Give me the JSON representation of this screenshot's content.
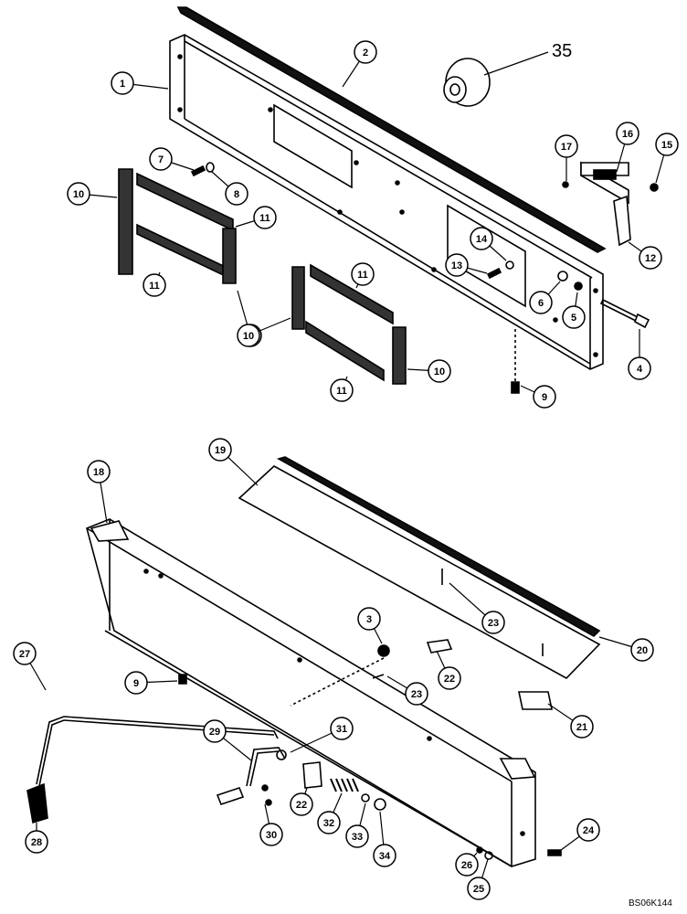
{
  "diagram": {
    "drawing_code": "BS06K144",
    "large_label": "35",
    "callouts": [
      {
        "id": "c1",
        "label": "1"
      },
      {
        "id": "c2",
        "label": "2"
      },
      {
        "id": "c7",
        "label": "7"
      },
      {
        "id": "c8",
        "label": "8"
      },
      {
        "id": "c10a",
        "label": "10"
      },
      {
        "id": "c11a",
        "label": "11"
      },
      {
        "id": "c11b",
        "label": "11"
      },
      {
        "id": "c10b",
        "label": "10"
      },
      {
        "id": "c11c",
        "label": "11"
      },
      {
        "id": "c10c",
        "label": "10"
      },
      {
        "id": "c11d",
        "label": "11"
      },
      {
        "id": "c10d",
        "label": "10"
      },
      {
        "id": "c9a",
        "label": "9"
      },
      {
        "id": "c4",
        "label": "4"
      },
      {
        "id": "c5",
        "label": "5"
      },
      {
        "id": "c6",
        "label": "6"
      },
      {
        "id": "c13",
        "label": "13"
      },
      {
        "id": "c14",
        "label": "14"
      },
      {
        "id": "c17",
        "label": "17"
      },
      {
        "id": "c16",
        "label": "16"
      },
      {
        "id": "c15",
        "label": "15"
      },
      {
        "id": "c12",
        "label": "12"
      },
      {
        "id": "c18",
        "label": "18"
      },
      {
        "id": "c19",
        "label": "19"
      },
      {
        "id": "c3",
        "label": "3"
      },
      {
        "id": "c23a",
        "label": "23"
      },
      {
        "id": "c23b",
        "label": "23"
      },
      {
        "id": "c20",
        "label": "20"
      },
      {
        "id": "c22a",
        "label": "22"
      },
      {
        "id": "c21",
        "label": "21"
      },
      {
        "id": "c27",
        "label": "27"
      },
      {
        "id": "c9b",
        "label": "9"
      },
      {
        "id": "c29",
        "label": "29"
      },
      {
        "id": "c31",
        "label": "31"
      },
      {
        "id": "c22b",
        "label": "22"
      },
      {
        "id": "c30",
        "label": "30"
      },
      {
        "id": "c32",
        "label": "32"
      },
      {
        "id": "c33",
        "label": "33"
      },
      {
        "id": "c34",
        "label": "34"
      },
      {
        "id": "c28",
        "label": "28"
      },
      {
        "id": "c24",
        "label": "24"
      },
      {
        "id": "c26",
        "label": "26"
      },
      {
        "id": "c25",
        "label": "25"
      }
    ]
  }
}
